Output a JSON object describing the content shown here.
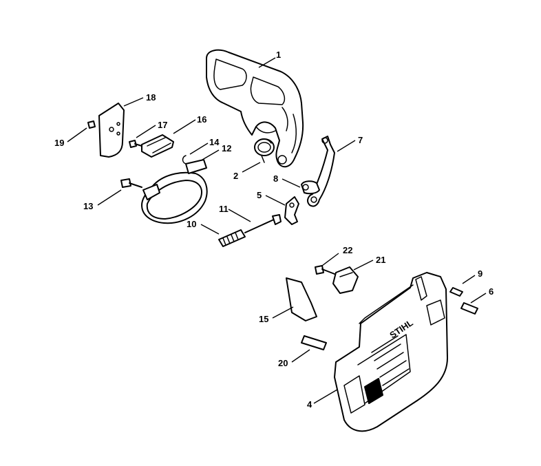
{
  "callouts": [
    {
      "id": "1",
      "label": "1"
    },
    {
      "id": "2",
      "label": "2"
    },
    {
      "id": "4",
      "label": "4"
    },
    {
      "id": "5",
      "label": "5"
    },
    {
      "id": "6",
      "label": "6"
    },
    {
      "id": "7",
      "label": "7"
    },
    {
      "id": "8",
      "label": "8"
    },
    {
      "id": "9",
      "label": "9"
    },
    {
      "id": "10",
      "label": "10"
    },
    {
      "id": "11",
      "label": "11"
    },
    {
      "id": "12",
      "label": "12"
    },
    {
      "id": "13",
      "label": "13"
    },
    {
      "id": "14",
      "label": "14"
    },
    {
      "id": "15",
      "label": "15"
    },
    {
      "id": "16",
      "label": "16"
    },
    {
      "id": "17",
      "label": "17"
    },
    {
      "id": "18",
      "label": "18"
    },
    {
      "id": "19",
      "label": "19"
    },
    {
      "id": "20",
      "label": "20"
    },
    {
      "id": "21",
      "label": "21"
    },
    {
      "id": "22",
      "label": "22"
    }
  ],
  "brand_text": "STIHL"
}
